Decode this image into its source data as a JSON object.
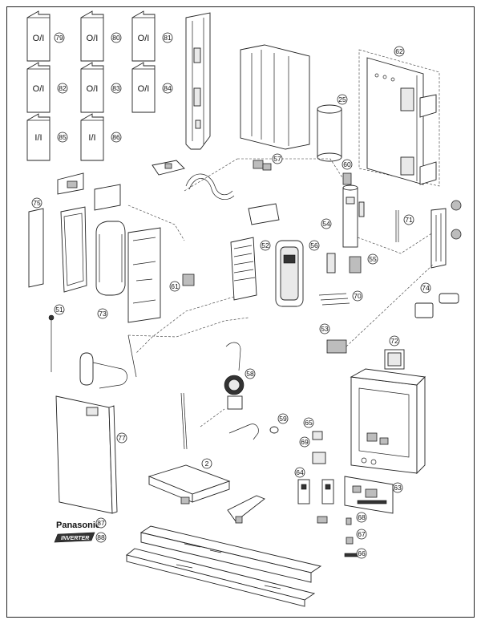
{
  "booklets": [
    {
      "label": "O/I",
      "ref": "79"
    },
    {
      "label": "O/I",
      "ref": "80"
    },
    {
      "label": "O/I",
      "ref": "81"
    },
    {
      "label": "O/I",
      "ref": "82"
    },
    {
      "label": "O/I",
      "ref": "83"
    },
    {
      "label": "O/I",
      "ref": "84"
    },
    {
      "label": "I/I",
      "ref": "85"
    },
    {
      "label": "I/I",
      "ref": "86"
    }
  ],
  "callouts": [
    "62",
    "25",
    "57",
    "60",
    "75",
    "54",
    "71",
    "73",
    "52",
    "56",
    "55",
    "61",
    "51",
    "70",
    "74",
    "53",
    "72",
    "58",
    "77",
    "59",
    "65",
    "2",
    "69",
    "64",
    "63",
    "87",
    "68",
    "88",
    "67",
    "66"
  ],
  "brand": {
    "name": "Panasonic",
    "sub": "INVERTER"
  }
}
